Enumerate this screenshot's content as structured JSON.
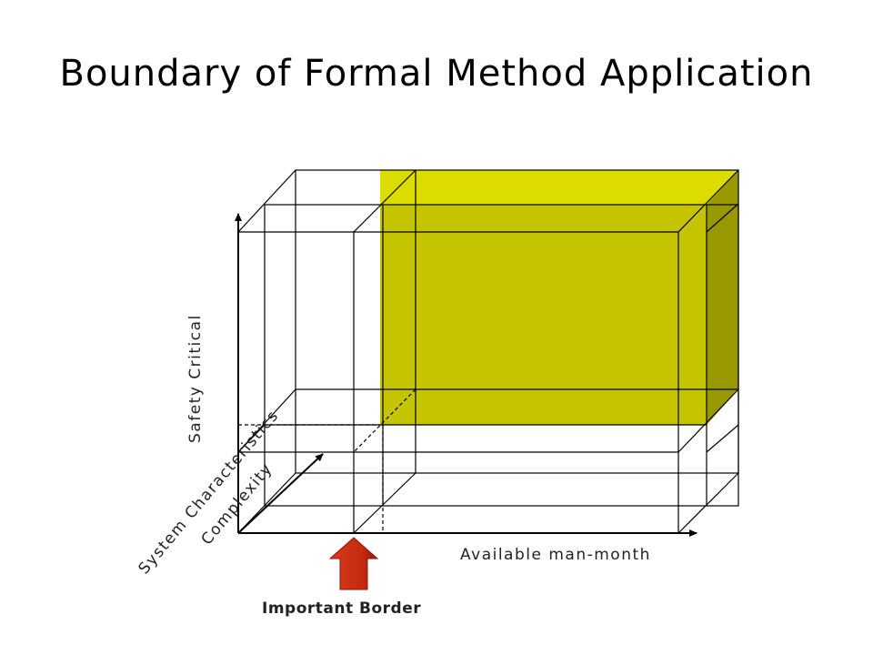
{
  "slide": {
    "title": "Boundary of Formal Method Application"
  },
  "diagram": {
    "axis_labels": {
      "vertical": "Safety Critical",
      "depth_line1": "System Characteristics",
      "depth_line2": "Complexity",
      "horizontal": "Available man-month"
    },
    "border_label": "Important Border"
  },
  "colors": {
    "front_face": "#c4c400",
    "top_face": "#dcdc00",
    "side_face": "#989800",
    "arrow": "#c42a10",
    "lines": "#000000"
  }
}
